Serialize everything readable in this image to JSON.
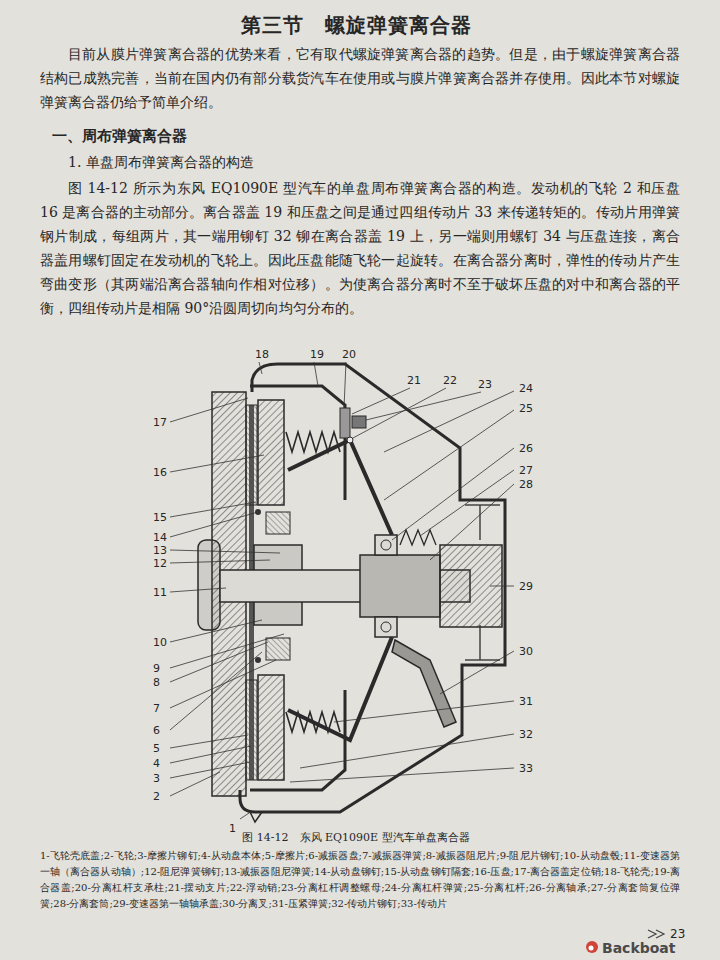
{
  "diagram": {
    "title": "第三节　螺旋弹簧离合器",
    "caption": "图 14-12　东风 EQ1090E 型汽车单盘离合器",
    "labels": [
      "目前从膜片弹簧离合器的优势来看，它有取代螺旋弹簧离合器的趋势。但是，由于螺旋弹簧离合器结构已成熟完善，当前在国内仍有部分载货汽车在使用或与膜片弹簧离合器并存使用。因此本节对螺旋弹簧离合器仍给予简单介绍。",
      "一、周布弹簧离合器",
      "1. 单盘周布弹簧离合器的构造",
      "图 14-12 所示为东风 EQ1090E 型汽车的单盘周布弹簧离合器的构造。发动机的飞轮 2 和压盘 16 是离合器的主动部分。离合器盖 19 和压盘之间是通过四组传动片 33 来传递转矩的。传动片用弹簧钢片制成，每组两片，其一端用铆钉 32 铆在离合器盖 19 上，另一端则用螺钉 34 与压盘连接，离合器盖用螺钉固定在发动机的飞轮上。因此压盘能随飞轮一起旋转。在离合器分离时，弹性的传动片产生弯曲变形（其两端沿离合器轴向作相对位移）。为使离合器分离时不至于破坏压盘的对中和离合器的平衡，四组传动片是相隔 90°沿圆周切向均匀分布的。",
      "1",
      "2",
      "3",
      "4",
      "5",
      "6",
      "7",
      "8",
      "9",
      "10",
      "11",
      "12",
      "13",
      "14",
      "15",
      "16",
      "17",
      "18",
      "19",
      "20",
      "21",
      "22",
      "23",
      "24",
      "25",
      "26",
      "27",
      "28",
      "29",
      "30",
      "31",
      "32",
      "33",
      "1-飞轮壳底盖;2-飞轮;3-摩擦片铆钉;4-从动盘本体;5-摩擦片;6-减振器盘;7-减振器弹簧;8-减振器阻尼片;9-阻尼片铆钉;10-从动盘毂;11-变速器第一轴（离合器从动轴）;12-阻尼弹簧铆钉;13-减振器阻尼弹簧;14-从动盘铆钉;15-从动盘铆钉隔套;16-压盘;17-离合器盖定位销;18-飞轮壳;19-离合器盖;20-分离杠杆支承柱;21-摆动支片;22-浮动销;23-分离杠杆调整螺母;24-分离杠杆弹簧;25-分离杠杆;26-分离轴承;27-分离套筒复位弹簧;28-分离套筒;29-变速器第一轴轴承盖;30-分离叉;31-压紧弹簧;32-传动片铆钉;33-传动片",
      "23",
      "Backboat"
    ]
  }
}
